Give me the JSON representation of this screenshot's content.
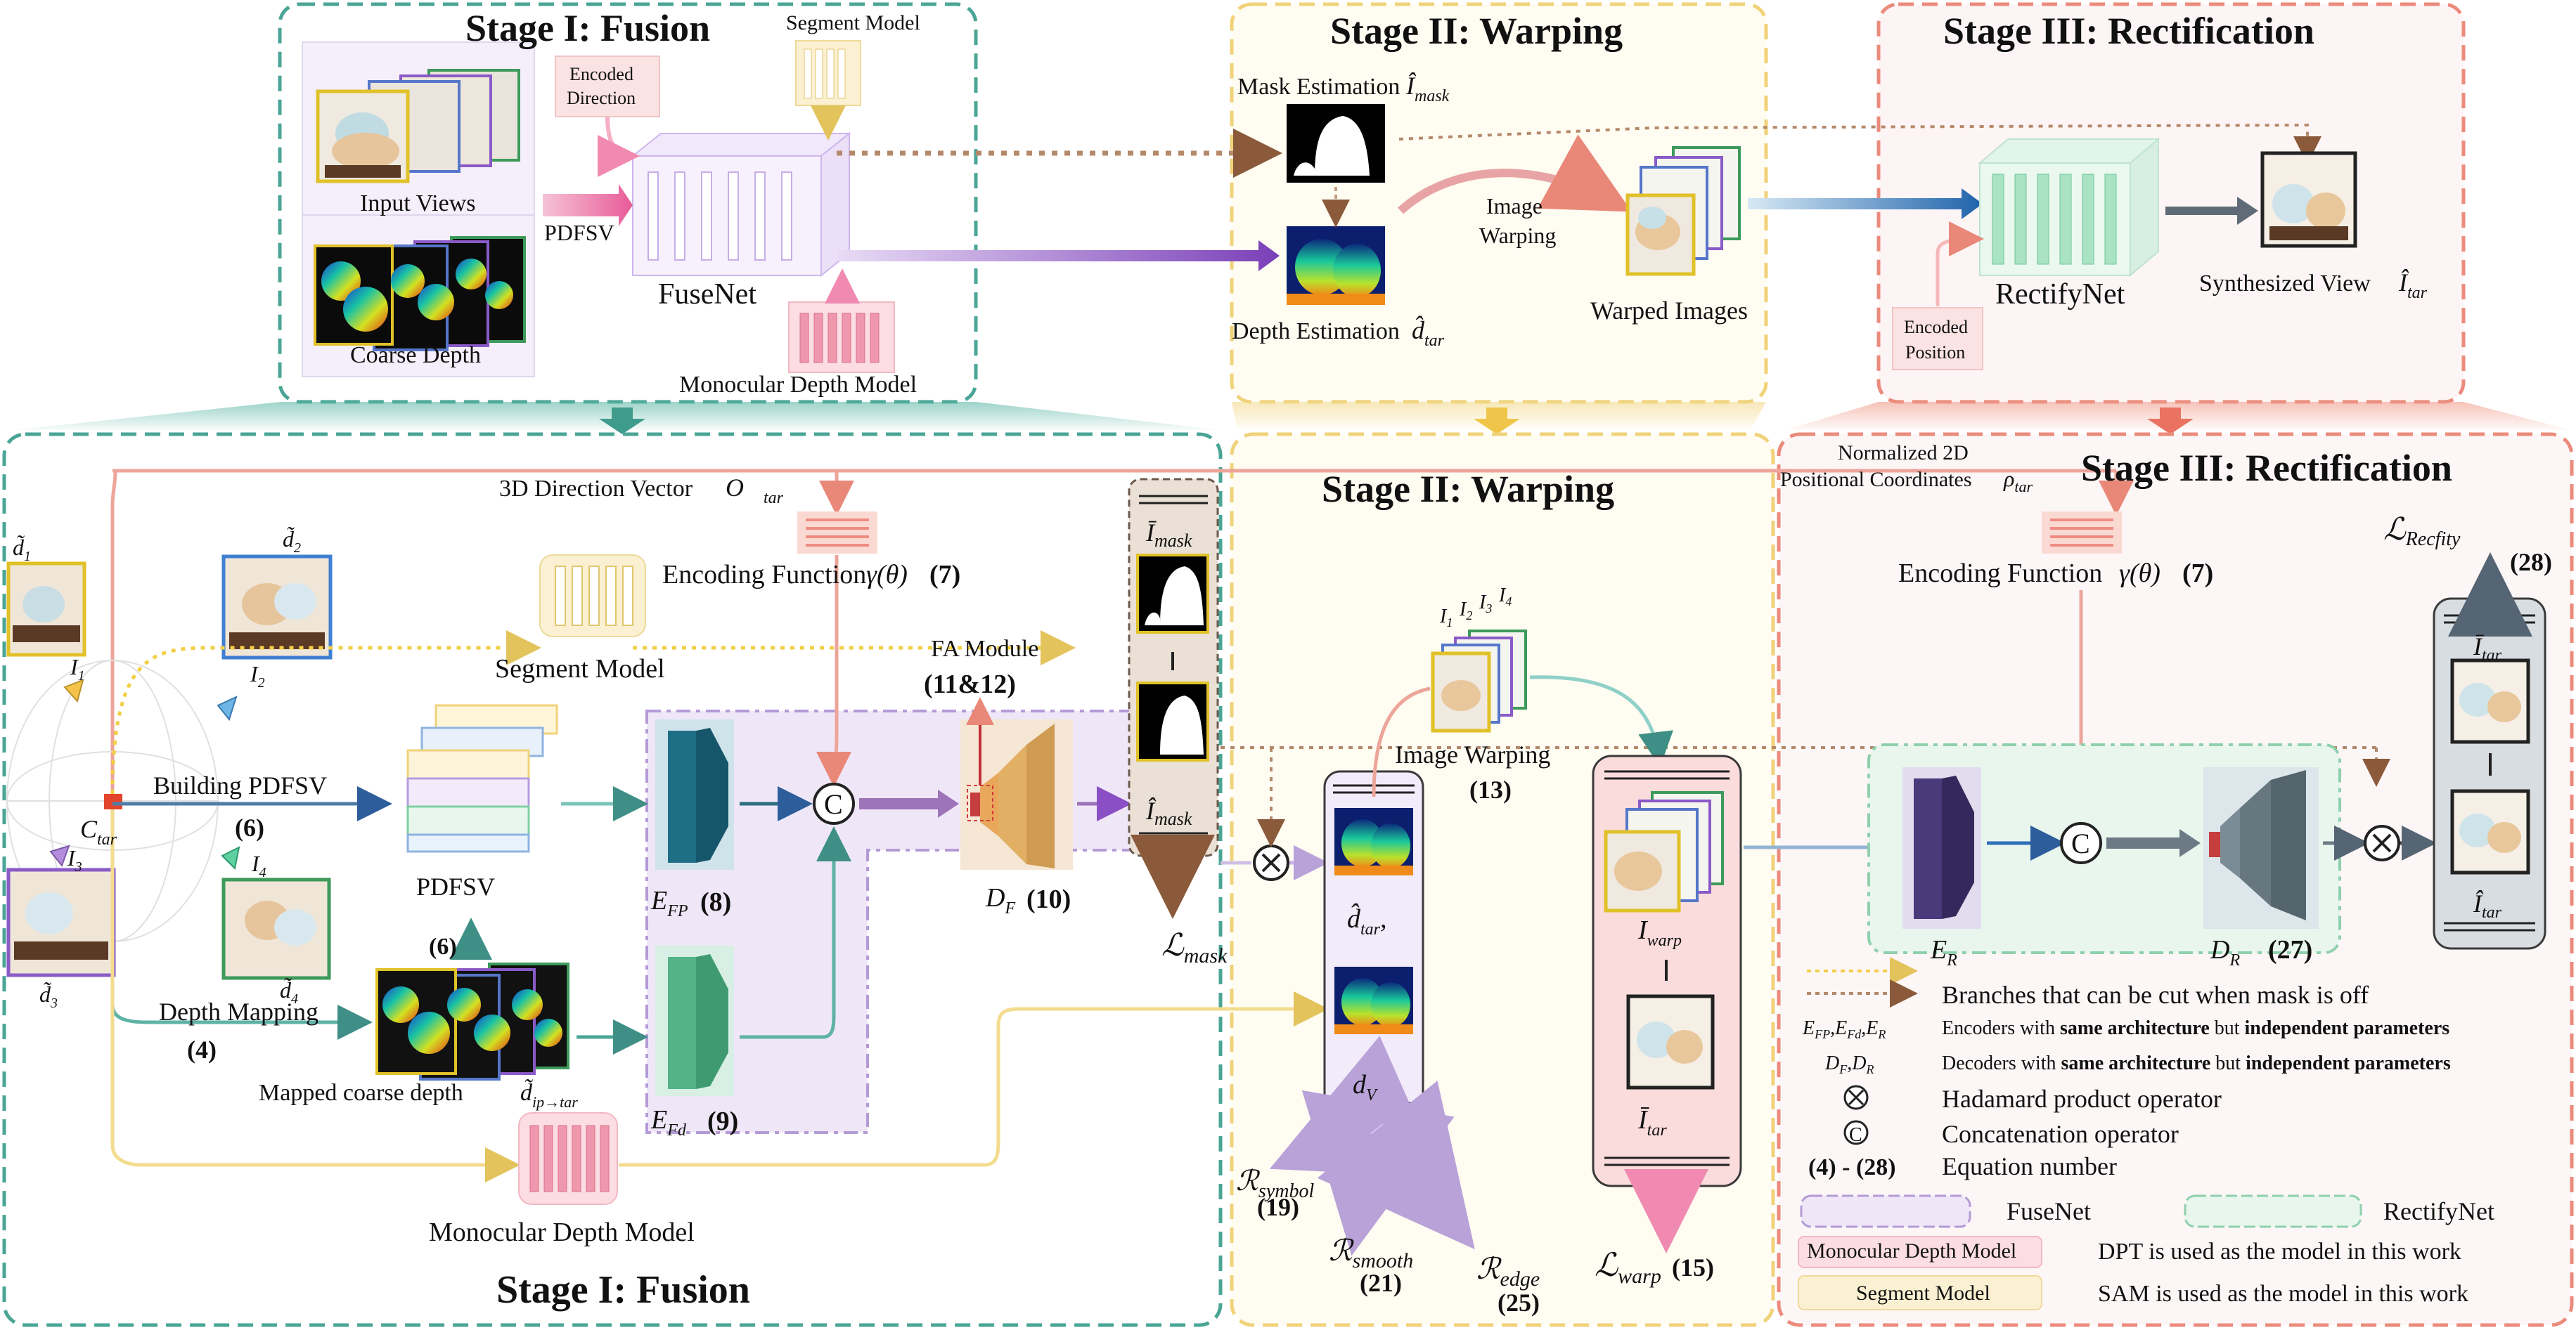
{
  "stages": {
    "top_fusion": "Stage I: Fusion",
    "top_warping": "Stage II: Warping",
    "top_rectification": "Stage III: Rectification",
    "mid_warping": "Stage II: Warping",
    "mid_rectification": "Stage III: Rectification",
    "bottom_fusion": "Stage I: Fusion"
  },
  "top": {
    "segment_model": "Segment Model",
    "encoded_direction_1": "Encoded",
    "encoded_direction_2": "Direction",
    "input_views": "Input Views",
    "pdfsv": "PDFSV",
    "coarse_depth": "Coarse Depth",
    "fusenet": "FuseNet",
    "monocular_depth_model": "Monocular Depth Model",
    "mask_estimation": "Mask Estimation",
    "mask_symbol": "Î",
    "mask_sub": "mask",
    "image_warping_1": "Image",
    "image_warping_2": "Warping",
    "warped_images": "Warped Images",
    "depth_estimation": "Depth Estimation",
    "depth_symbol": "d̂",
    "depth_sub": "tar",
    "rectifynet": "RectifyNet",
    "encoded_position_1": "Encoded",
    "encoded_position_2": "Position",
    "synthesized_view": "Synthesized View",
    "synth_symbol": "Î",
    "synth_sub": "tar"
  },
  "mid": {
    "dir_vector": "3D Direction Vector",
    "dir_symbol": "O⃗",
    "dir_sub": "tar",
    "encoding_function": "Encoding Function",
    "gamma": "γ(θ)",
    "eq7": "(7)",
    "segment_model": "Segment Model",
    "fa_module": "FA Module",
    "eq11_12": "(11&12)",
    "building_pdfsv": "Building PDFSV",
    "eq6a": "(6)",
    "eq6b": "(6)",
    "c_tar": "C",
    "c_tar_sub": "tar",
    "pdfsv": "PDFSV",
    "efp": "E",
    "efp_sub": "FP",
    "eq8": "(8)",
    "df": "D",
    "df_sub": "F",
    "eq10": "(10)",
    "concat": "C",
    "i_mask_bar": "Ī",
    "i_mask_hat": "Î",
    "mask_sub": "mask",
    "l_mask": "ℒ",
    "l_mask_sub": "mask",
    "depth_mapping": "Depth Mapping",
    "eq4": "(4)",
    "mapped_depth": "Mapped coarse depth",
    "mapped_symbol": "d̃",
    "mapped_sub": "ip→tar",
    "efd": "E",
    "efd_sub": "Fd",
    "eq9": "(9)",
    "mono_model": "Monocular Depth Model",
    "d1": "d̃",
    "d1_sub": "1",
    "d2": "d̃",
    "d2_sub": "2",
    "d3": "d̃",
    "d3_sub": "3",
    "d4": "d̃",
    "d4_sub": "4",
    "i1": "I",
    "i1_sub": "1",
    "i2": "I",
    "i2_sub": "2",
    "i3": "I",
    "i3_sub": "3",
    "i4": "I",
    "i4_sub": "4",
    "image_warping": "Image Warping",
    "eq13": "(13)",
    "d_tar": "d̂",
    "d_tar_sub": "tar",
    "d_v": "d",
    "d_v_sub": "V",
    "i_warp": "I",
    "i_warp_sub": "warp",
    "i_tar_bar": "Ī",
    "i_tar_sub": "tar",
    "l_warp": "ℒ",
    "l_warp_sub": "warp",
    "eq15": "(15)",
    "r_symbol": "ℛ",
    "r_symbol_sub": "symbol",
    "eq19": "(19)",
    "r_smooth": "ℛ",
    "r_smooth_sub": "smooth",
    "eq21": "(21)",
    "r_edge": "ℛ",
    "r_edge_sub": "edge",
    "eq25": "(25)",
    "normalized_1": "Normalized 2D",
    "normalized_2": "Positional Coordinates",
    "rho": "ρ",
    "rho_sub": "tar",
    "encoding_function_r": "Encoding Function",
    "gamma_r": "γ(θ)",
    "eq7_r": "(7)",
    "l_rectify": "ℒ",
    "l_rectify_sub": "Recfity",
    "eq28": "(28)",
    "er": "E",
    "er_sub": "R",
    "dr": "D",
    "dr_sub": "R",
    "eq27": "(27)",
    "i_tar_bar_r": "Ī",
    "i_tar_hat_r": "Î",
    "tar_sub": "tar"
  },
  "legend": {
    "branches": "Branches that can be cut when mask is off",
    "enc_syms": "E",
    "enc_desc_1": "Encoders with ",
    "enc_bold": "same architecture",
    "enc_desc_2": " but ",
    "enc_bold2": "independent parameters",
    "dec_syms": "D",
    "dec_desc_1": "Decoders with ",
    "dec_bold": "same architecture",
    "dec_desc_2": " but ",
    "dec_bold2": "independent parameters",
    "hadamard_sym": "⊗",
    "hadamard": "Hadamard product operator",
    "concat_sym": "C",
    "concat": "Concatenation operator",
    "eq_range": "(4) - (28)",
    "eq_number": "Equation number",
    "fusenet": "FuseNet",
    "rectifynet": "RectifyNet",
    "mono_box": "Monocular Depth Model",
    "dpt": "DPT is used as the model in this work",
    "seg_box": "Segment Model",
    "sam": "SAM is used as the model in this work"
  },
  "colors": {
    "teal": "#4aa596",
    "yellow": "#f0d27a",
    "salmon": "#eb8b7c",
    "purple": "#a98bcc",
    "pink": "#f4a7b9",
    "blue": "#2a6fb5",
    "green": "#7bc9a0",
    "brown": "#a47c5c"
  }
}
